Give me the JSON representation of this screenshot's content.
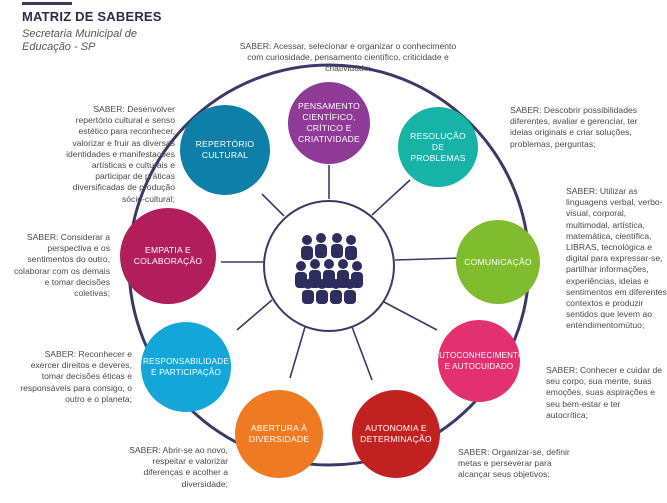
{
  "header": {
    "title": "MATRIZ DE SABERES",
    "subtitle": "Secretaria Municipal de Educação - SP"
  },
  "colors": {
    "ring": "#3a3a6a",
    "pensamento": "#8e3a96",
    "resolucao": "#16b3a6",
    "comunicacao": "#7fbd2e",
    "autoconhecimento": "#e3306f",
    "autonomia": "#c2221f",
    "abertura": "#ef7a22",
    "responsabilidade": "#12a7d8",
    "empatia": "#b21e59",
    "repertorio": "#0e7fa8"
  },
  "center": {
    "icon": "group-of-people-icon"
  },
  "nodes": {
    "pensamento": {
      "label": "PENSAMENTO CIENTÍFICO, CRÍTICO E CRIATIVIDADE"
    },
    "resolucao": {
      "label": "RESOLUÇÃO DE PROBLEMAS"
    },
    "comunicacao": {
      "label": "COMUNICAÇÃO"
    },
    "autoconhecimento": {
      "label": "AUTOCONHECIMENTO E AUTOCUIDADO"
    },
    "autonomia": {
      "label": "AUTONOMIA E DETERMINAÇÃO"
    },
    "abertura": {
      "label": "ABERTURA À DIVERSIDADE"
    },
    "responsabilidade": {
      "label": "RESPONSABILIDADE E PARTICIPAÇÃO"
    },
    "empatia": {
      "label": "EMPATIA E COLABORAÇÃO"
    },
    "repertorio": {
      "label": "REPERTÓRIO CULTURAL"
    }
  },
  "descriptions": {
    "pensamento": "SABER: Acessar, selecionar e organizar o conhecimento com curiosidade, pensamento científico, criticidade e criatividade;",
    "resolucao": "SABER: Descobrir possibilidades diferentes, avaliar e gerenciar, ter ideias originais e criar soluções, problemas, perguntas;",
    "comunicacao": "SABER: Utilizar as linguagens verbal, verbo-visual, corporal, multimodal, artística, matemática, científica, LIBRAS, tecnológica e digital para expressar-se, partilhar informações, experiências, ideias e sentimentos em diferentes contextos e produzir sentidos que levem ao entendimentomútuo;",
    "autoconhecimento": "SABER: Conhecer e cuidar de seu corpo, sua mente, suas emoções, suas aspirações e seu bem-estar e ter autocrítica;",
    "autonomia": "SABER: Organizar-se, definir metas e perseverar para alcançar seus objetivos;",
    "abertura": "SABER: Abrir-se ao novo, respeitar e valorizar diferenças e acolher a diversidade;",
    "responsabilidade": "SABER: Reconhecer e exercer direitos e deveres, tomar decisões éticas e responsáveis para consigo, o outro e o planeta;",
    "empatia": "SABER: Considerar a perspectiva e os sentimentos do outro, colaborar com os demais e tomar decisões coletivas;",
    "repertorio": "SABER: Desenvolver repertório cultural e senso estético para reconhecer, valorizar e fruir as diversas identidades e manifestações artísticas e culturais e participar de práticas diversificadas de produção sócio-cultural;"
  }
}
